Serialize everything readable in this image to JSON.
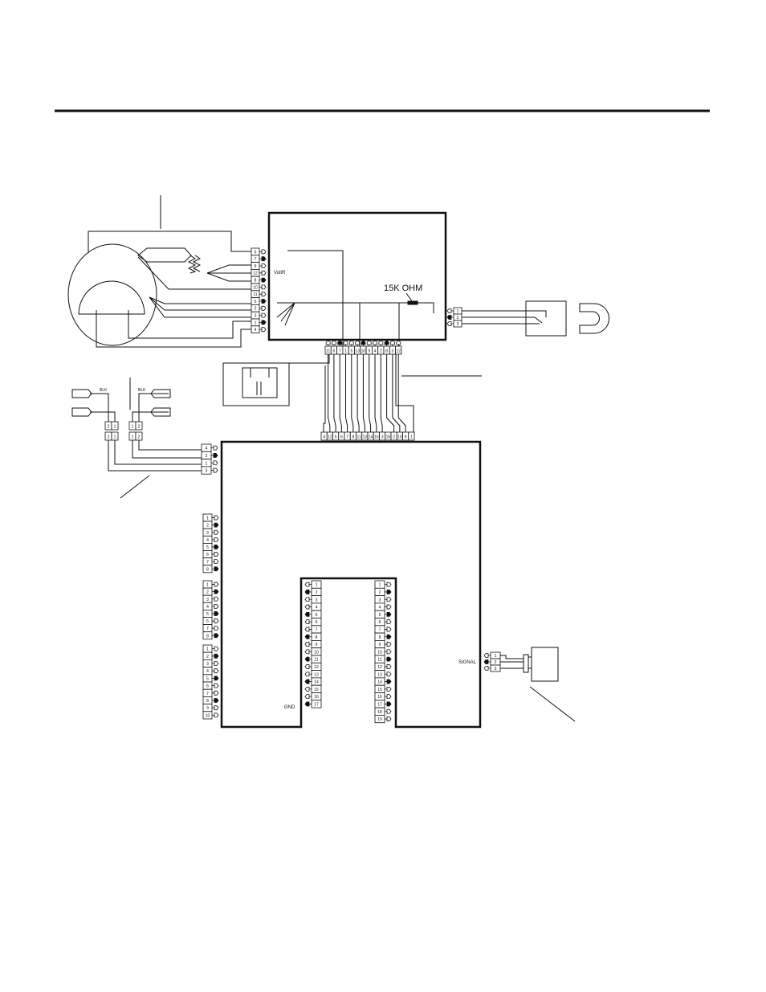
{
  "diagram": {
    "resistor_label": "15K OHM",
    "motor_connector_label": "VoltR",
    "signal_label": "SIGNAL",
    "gnd_label": "GND",
    "left_wire_labels": [
      "BLK",
      "BLK"
    ],
    "motor_connector_pins": [
      "6",
      "7",
      "9",
      "12",
      "8",
      "10",
      "11",
      "5",
      "2",
      "3",
      "1",
      "4"
    ],
    "control_bottom_pins": [
      "11",
      "6",
      "7",
      "1",
      "5",
      "13",
      "10",
      "9",
      "4",
      "2",
      "8",
      "3",
      "12"
    ],
    "main_top_pins": [
      "4",
      "12",
      "5",
      "6",
      "7",
      "8",
      "11",
      "13",
      "14",
      "16",
      "3",
      "15",
      "2",
      "10",
      "9",
      "1"
    ],
    "left_4pin": [
      "4",
      "2",
      "1",
      "3"
    ],
    "pair_left": [
      "2",
      "1"
    ],
    "pair_right": [
      "1",
      "2"
    ],
    "board_left_group1": [
      "1",
      "2",
      "3",
      "4",
      "5",
      "6",
      "7",
      "8"
    ],
    "board_left_group2": [
      "1",
      "2",
      "3",
      "4",
      "5",
      "6",
      "7",
      "8"
    ],
    "board_left_group3": [
      "1",
      "2",
      "3",
      "4",
      "5",
      "6",
      "7",
      "8",
      "9",
      "10"
    ],
    "inner_left_pins": [
      "1",
      "2",
      "3",
      "4",
      "5",
      "6",
      "7",
      "8",
      "9",
      "10",
      "11",
      "12",
      "13",
      "14",
      "15",
      "16",
      "17"
    ],
    "inner_right_pins": [
      "1",
      "2",
      "3",
      "4",
      "5",
      "6",
      "7",
      "8",
      "9",
      "10",
      "11",
      "12",
      "13",
      "14",
      "15",
      "16",
      "17",
      "18",
      "19"
    ],
    "hall_pins": [
      "1",
      "2",
      "3"
    ],
    "signal_pins": [
      "1",
      "2",
      "3"
    ]
  }
}
